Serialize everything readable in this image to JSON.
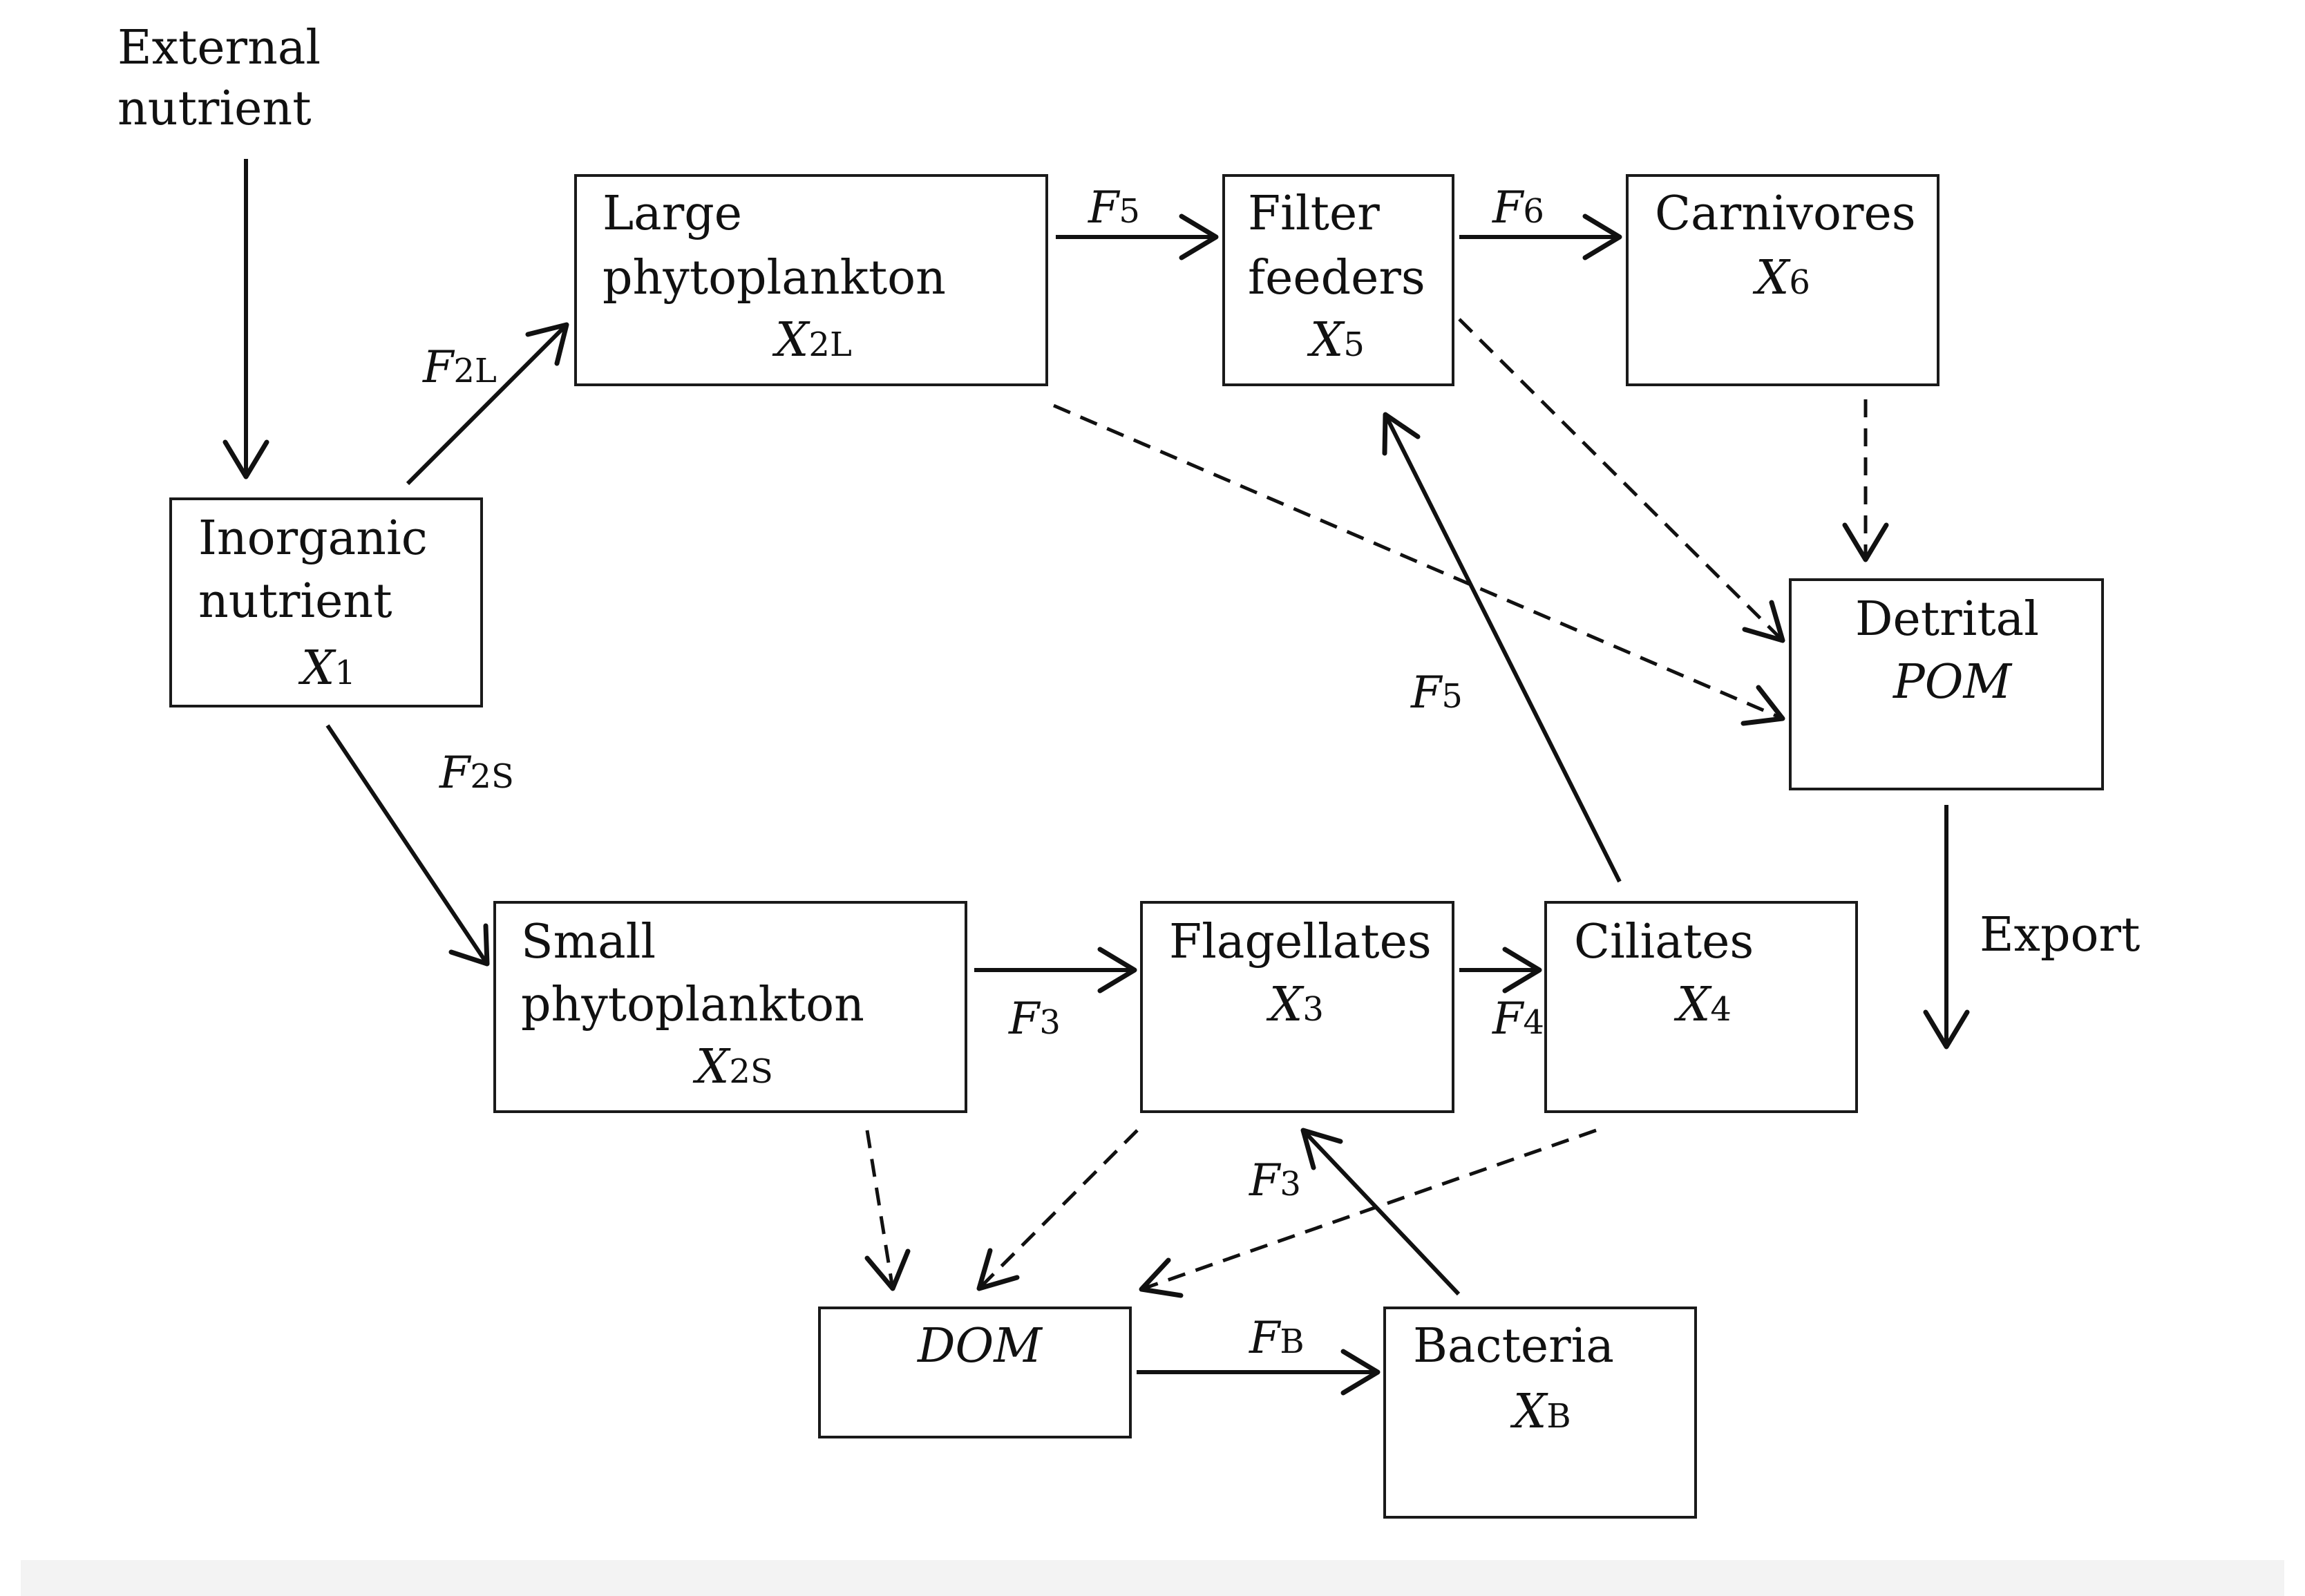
{
  "external_nutrient": [
    "External",
    "nutrient"
  ],
  "export": "Export",
  "nodes": {
    "inorganic": {
      "lines": [
        "Inorganic",
        "nutrient"
      ],
      "var": "X",
      "sub": "1"
    },
    "large_phyto": {
      "lines": [
        "Large",
        "phytoplankton"
      ],
      "var": "X",
      "sub": "2L"
    },
    "filter_feeders": {
      "lines": [
        "Filter",
        "feeders"
      ],
      "var": "X",
      "sub": "5"
    },
    "carnivores": {
      "lines": [
        "Carnivores"
      ],
      "var": "X",
      "sub": "6"
    },
    "detrital_pom": {
      "lines": [
        "Detrital"
      ],
      "var": "POM",
      "sub": ""
    },
    "small_phyto": {
      "lines": [
        "Small",
        "phytoplankton"
      ],
      "var": "X",
      "sub": "2S"
    },
    "flagellates": {
      "lines": [
        "Flagellates"
      ],
      "var": "X",
      "sub": "3"
    },
    "ciliates": {
      "lines": [
        "Ciliates"
      ],
      "var": "X",
      "sub": "4"
    },
    "dom": {
      "lines": [],
      "var": "DOM",
      "sub": ""
    },
    "bacteria": {
      "lines": [
        "Bacteria"
      ],
      "var": "X",
      "sub": "B"
    }
  },
  "fluxes": {
    "f2l": {
      "var": "F",
      "sub": "2L"
    },
    "f2s": {
      "var": "F",
      "sub": "2S"
    },
    "f5_top": {
      "var": "F",
      "sub": "5"
    },
    "f6": {
      "var": "F",
      "sub": "6"
    },
    "f5_mid": {
      "var": "F",
      "sub": "5"
    },
    "f3_mid": {
      "var": "F",
      "sub": "3"
    },
    "f4": {
      "var": "F",
      "sub": "4"
    },
    "f3_low": {
      "var": "F",
      "sub": "3"
    },
    "fb": {
      "var": "F",
      "sub": "B"
    }
  },
  "edges": [
    {
      "from": "External nutrient",
      "to": "Inorganic nutrient",
      "style": "solid"
    },
    {
      "from": "Inorganic nutrient",
      "to": "Large phytoplankton",
      "style": "solid",
      "flux": "F2L"
    },
    {
      "from": "Inorganic nutrient",
      "to": "Small phytoplankton",
      "style": "solid",
      "flux": "F2S"
    },
    {
      "from": "Large phytoplankton",
      "to": "Filter feeders",
      "style": "solid",
      "flux": "F5"
    },
    {
      "from": "Filter feeders",
      "to": "Carnivores",
      "style": "solid",
      "flux": "F6"
    },
    {
      "from": "Small phytoplankton",
      "to": "Flagellates",
      "style": "solid",
      "flux": "F3"
    },
    {
      "from": "Flagellates",
      "to": "Ciliates",
      "style": "solid",
      "flux": "F4"
    },
    {
      "from": "Ciliates",
      "to": "Filter feeders",
      "style": "solid",
      "flux": "F5"
    },
    {
      "from": "Bacteria",
      "to": "Flagellates",
      "style": "solid",
      "flux": "F3"
    },
    {
      "from": "DOM",
      "to": "Bacteria",
      "style": "solid",
      "flux": "FB"
    },
    {
      "from": "Detrital POM",
      "to": "Export",
      "style": "solid"
    },
    {
      "from": "Large phytoplankton",
      "to": "Detrital POM",
      "style": "dashed"
    },
    {
      "from": "Filter feeders",
      "to": "Detrital POM",
      "style": "dashed"
    },
    {
      "from": "Carnivores",
      "to": "Detrital POM",
      "style": "dashed"
    },
    {
      "from": "Small phytoplankton",
      "to": "DOM",
      "style": "dashed"
    },
    {
      "from": "Flagellates",
      "to": "DOM",
      "style": "dashed"
    },
    {
      "from": "Ciliates",
      "to": "DOM",
      "style": "dashed"
    }
  ]
}
